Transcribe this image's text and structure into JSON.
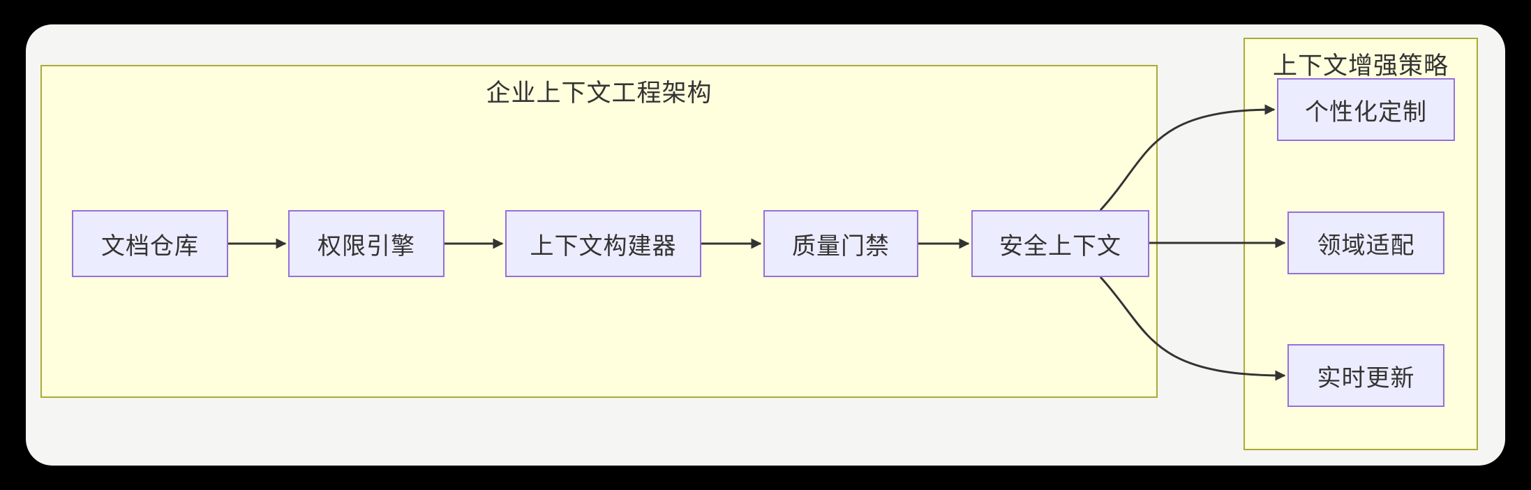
{
  "diagram": {
    "type": "flowchart",
    "clusters": [
      {
        "id": "enterprise",
        "title": "企业上下文工程架构"
      },
      {
        "id": "strategies",
        "title": "上下文增强策略"
      }
    ],
    "nodes": [
      {
        "id": "doc",
        "label": "文档仓库",
        "cluster": "enterprise"
      },
      {
        "id": "perm",
        "label": "权限引擎",
        "cluster": "enterprise"
      },
      {
        "id": "builder",
        "label": "上下文构建器",
        "cluster": "enterprise"
      },
      {
        "id": "gate",
        "label": "质量门禁",
        "cluster": "enterprise"
      },
      {
        "id": "secure",
        "label": "安全上下文",
        "cluster": "enterprise"
      },
      {
        "id": "personal",
        "label": "个性化定制",
        "cluster": "strategies"
      },
      {
        "id": "domain",
        "label": "领域适配",
        "cluster": "strategies"
      },
      {
        "id": "realtime",
        "label": "实时更新",
        "cluster": "strategies"
      }
    ],
    "edges": [
      {
        "from": "文档仓库",
        "to": "权限引擎"
      },
      {
        "from": "权限引擎",
        "to": "上下文构建器"
      },
      {
        "from": "上下文构建器",
        "to": "质量门禁"
      },
      {
        "from": "质量门禁",
        "to": "安全上下文"
      },
      {
        "from": "安全上下文",
        "to": "个性化定制"
      },
      {
        "from": "安全上下文",
        "to": "领域适配"
      },
      {
        "from": "安全上下文",
        "to": "实时更新"
      }
    ],
    "colors": {
      "node_fill": "#ECECFF",
      "node_border": "#9370DB",
      "cluster_fill": "#FFFFDE",
      "cluster_border": "#AAAA33",
      "text": "#333333",
      "edge": "#333333",
      "panel_bg": "#F5F5F4",
      "page_bg": "#000000"
    }
  }
}
